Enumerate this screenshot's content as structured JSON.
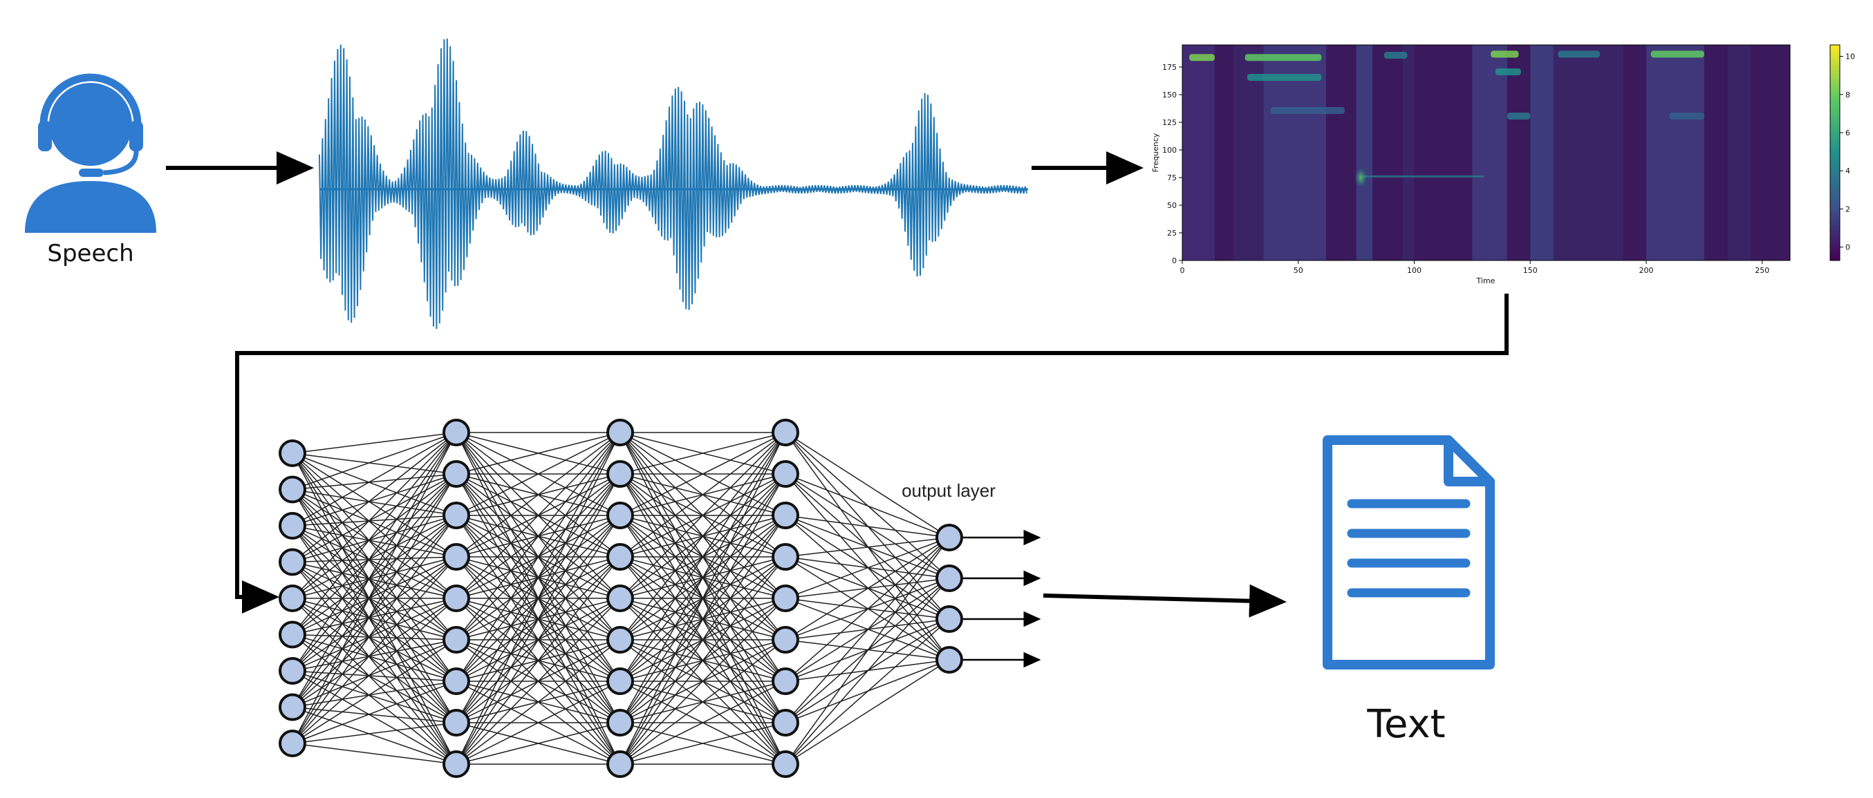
{
  "labels": {
    "speech": "Speech",
    "text": "Text",
    "output_layer": "output layer"
  },
  "spectrogram": {
    "xlabel": "Time",
    "ylabel": "Frequency",
    "x_ticks": [
      "0",
      "50",
      "100",
      "150",
      "200",
      "250"
    ],
    "y_ticks": [
      "0",
      "25",
      "50",
      "75",
      "100",
      "125",
      "150",
      "175"
    ],
    "colorbar_ticks": [
      "0",
      "2",
      "4",
      "6",
      "8",
      "10"
    ],
    "colormap": "viridis"
  },
  "network": {
    "layers": [
      9,
      9,
      9,
      9,
      4
    ],
    "output_arrows": 4
  },
  "colors": {
    "waveform": "#1f77b4",
    "icon_blue": "#2f7bd0",
    "node_fill": "#b4c7e7",
    "arrow": "#000000"
  },
  "icons": {
    "speaker": "headset-person-icon",
    "document": "text-document-icon"
  }
}
